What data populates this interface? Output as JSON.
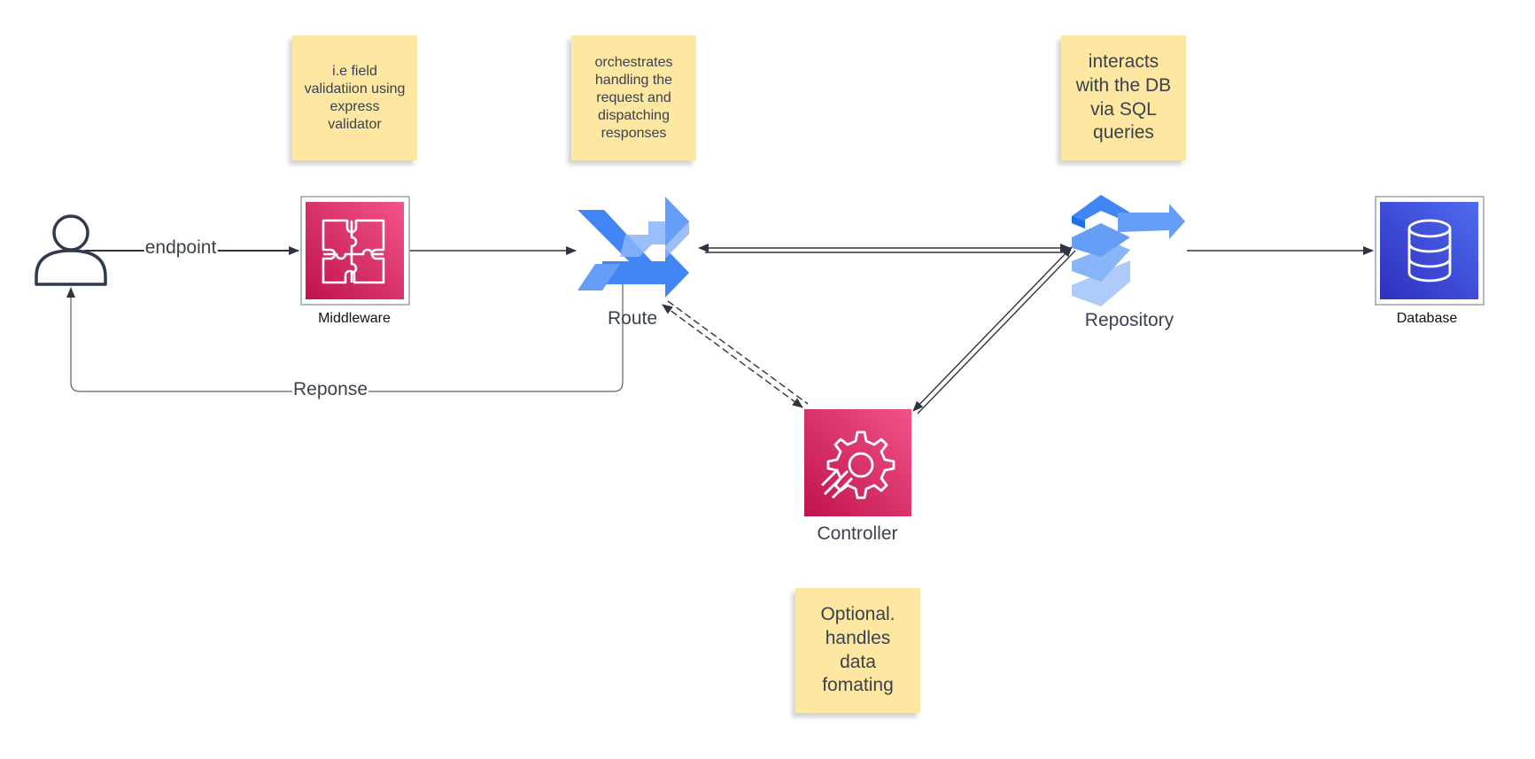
{
  "notes": {
    "middleware_note": "i.e field\nvalidatiion using\nexpress\nvalidator",
    "route_note": "orchestrates\nhandling the\nrequest and\ndispatching\nresponses",
    "repository_note": "interacts\nwith the DB\nvia SQL\nqueries",
    "controller_note": "Optional.\nhandles\ndata\nfomating"
  },
  "nodes": {
    "user": {
      "icon": "user-icon"
    },
    "middleware": {
      "label": "Middleware",
      "icon": "puzzle-icon",
      "color": "#d6245f"
    },
    "route": {
      "label": "Route",
      "icon": "shuffle-icon",
      "color": "#4285f4"
    },
    "repository": {
      "label": "Repository",
      "icon": "stack-icon",
      "color": "#4285f4"
    },
    "database": {
      "label": "Database",
      "icon": "database-icon",
      "color": "#3b3fd1"
    },
    "controller": {
      "label": "Controller",
      "icon": "gear-icon",
      "color": "#d6245f"
    }
  },
  "edges": {
    "endpoint_label": "endpoint",
    "response_label": "Reponse"
  },
  "colors": {
    "sticky": "#fde7a1",
    "line": "#3b4150"
  }
}
